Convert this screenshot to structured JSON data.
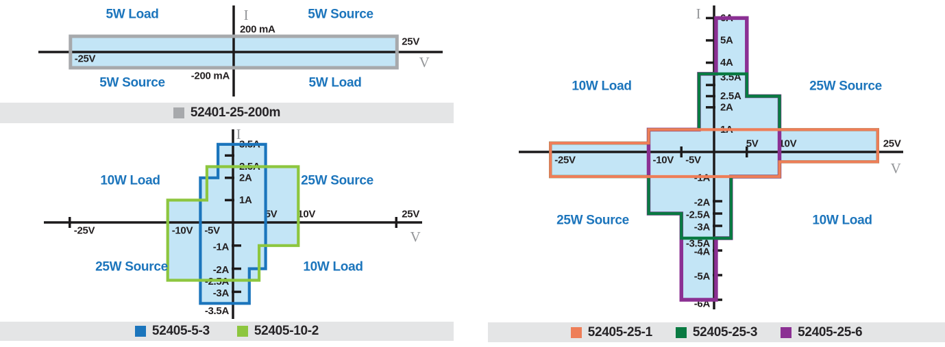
{
  "colors": {
    "region_fill": "#c3e5f6",
    "axis": "#1c1a1b",
    "tick_text": "#231f20",
    "quadrant_label_text": "#1c75bc",
    "axis_letter_gray": "#949699",
    "legend_bar_bg": "#e4e5e6",
    "legend_text": "#262427"
  },
  "chart_data": [
    {
      "id": "52401",
      "type": "region",
      "x_axis": {
        "label": "V",
        "ticks": [
          {
            "v": -25,
            "label": "-25V"
          },
          {
            "v": 25,
            "label": "25V"
          }
        ]
      },
      "y_axis": {
        "label": "I",
        "ticks": [
          {
            "a": 0.2,
            "label": "200 mA"
          },
          {
            "a": -0.2,
            "label": "-200 mA"
          }
        ]
      },
      "quadrants": {
        "top_left": "5W Load",
        "top_right": "5W Source",
        "bottom_left": "5W Source",
        "bottom_right": "5W Load"
      },
      "series": [
        {
          "name": "52401-25-200m",
          "color": "#a7a9ac",
          "region_v_a": [
            [
              -25,
              0.2
            ],
            [
              25,
              0.2
            ],
            [
              25,
              -0.2
            ],
            [
              -25,
              -0.2
            ]
          ]
        }
      ],
      "legend": [
        {
          "label": "52401-25-200m",
          "color": "#a7a9ac"
        }
      ]
    },
    {
      "id": "52405-low",
      "type": "region",
      "x_axis": {
        "label": "V",
        "ticks": [
          {
            "v": -25,
            "label": "-25V"
          },
          {
            "v": -10,
            "label": "-10V"
          },
          {
            "v": -5,
            "label": "-5V"
          },
          {
            "v": 5,
            "label": "5V"
          },
          {
            "v": 10,
            "label": "10V"
          },
          {
            "v": 25,
            "label": "25V"
          }
        ]
      },
      "y_axis": {
        "label": "I",
        "ticks": [
          {
            "a": 3.5,
            "label": "3.5A"
          },
          {
            "a": 3,
            "label": ""
          },
          {
            "a": 2.5,
            "label": "2.5A"
          },
          {
            "a": 2,
            "label": "2A"
          },
          {
            "a": 1,
            "label": "1A"
          },
          {
            "a": -1,
            "label": "-1A"
          },
          {
            "a": -2,
            "label": "-2A"
          },
          {
            "a": -2.5,
            "label": "-2.5A"
          },
          {
            "a": -3,
            "label": "-3A"
          },
          {
            "a": -3.5,
            "label": "-3.5A"
          }
        ]
      },
      "quadrants": {
        "top_left": "10W Load",
        "top_right": "25W Source",
        "bottom_left": "25W Source",
        "bottom_right": "10W Load"
      },
      "series": [
        {
          "name": "52405-5-3",
          "color": "#1b75bc",
          "region_v_a": [
            [
              -2.3,
              3.5
            ],
            [
              5,
              3.5
            ],
            [
              5,
              -2
            ],
            [
              2.5,
              -2
            ],
            [
              2.5,
              -3.5
            ],
            [
              -5,
              -3.5
            ],
            [
              -5,
              2
            ],
            [
              -2.3,
              2
            ]
          ]
        },
        {
          "name": "52405-10-2",
          "color": "#8dc63f",
          "region_v_a": [
            [
              -4,
              2.5
            ],
            [
              10,
              2.5
            ],
            [
              10,
              -1
            ],
            [
              4,
              -1
            ],
            [
              4,
              -2.5
            ],
            [
              -10,
              -2.5
            ],
            [
              -10,
              1
            ],
            [
              -4,
              1
            ]
          ]
        }
      ],
      "legend": [
        {
          "label": "52405-5-3",
          "color": "#1b75bc"
        },
        {
          "label": "52405-10-2",
          "color": "#8dc63f"
        }
      ]
    },
    {
      "id": "52405-25",
      "type": "region",
      "x_axis": {
        "label": "V",
        "ticks": [
          {
            "v": -25,
            "label": "-25V"
          },
          {
            "v": -10,
            "label": "-10V"
          },
          {
            "v": -5,
            "label": "-5V"
          },
          {
            "v": 5,
            "label": "5V"
          },
          {
            "v": 10,
            "label": "10V"
          },
          {
            "v": 25,
            "label": "25V"
          }
        ]
      },
      "y_axis": {
        "label": "I",
        "ticks": [
          {
            "a": 6,
            "label": "6A"
          },
          {
            "a": 5,
            "label": "5A"
          },
          {
            "a": 4,
            "label": "4A"
          },
          {
            "a": 3.5,
            "label": "3.5A"
          },
          {
            "a": 3,
            "label": ""
          },
          {
            "a": 2.5,
            "label": "2.5A"
          },
          {
            "a": 2,
            "label": "2A"
          },
          {
            "a": 1,
            "label": "1A"
          },
          {
            "a": -1,
            "label": "-1A"
          },
          {
            "a": -2,
            "label": "-2A"
          },
          {
            "a": -2.5,
            "label": "-2.5A"
          },
          {
            "a": -3,
            "label": "-3A"
          },
          {
            "a": -3.5,
            "label": "-3.5A"
          },
          {
            "a": -4,
            "label": "-4A"
          },
          {
            "a": -5,
            "label": "-5A"
          },
          {
            "a": -6,
            "label": "-6A"
          }
        ]
      },
      "quadrants": {
        "top_left": "10W Load",
        "top_right": "25W Source",
        "bottom_left": "25W Source",
        "bottom_right": "10W Load"
      },
      "series": [
        {
          "name": "52405-25-6",
          "color": "#8b3093",
          "region_v_a": [
            [
              0.3,
              6
            ],
            [
              5,
              6
            ],
            [
              5,
              2.5
            ],
            [
              10,
              2.5
            ],
            [
              10,
              -1
            ],
            [
              2.6,
              -1
            ],
            [
              2.6,
              -3.5
            ],
            [
              0.3,
              -3.5
            ],
            [
              0.3,
              -6
            ],
            [
              -5,
              -6
            ],
            [
              -5,
              -2.5
            ],
            [
              -10,
              -2.5
            ],
            [
              -10,
              1
            ],
            [
              -2.3,
              1
            ],
            [
              -2.3,
              3.5
            ],
            [
              0.3,
              3.5
            ]
          ]
        },
        {
          "name": "52405-25-3",
          "color": "#097a42",
          "region_v_a": [
            [
              -2.3,
              3.5
            ],
            [
              5,
              3.5
            ],
            [
              5,
              2.5
            ],
            [
              10,
              2.5
            ],
            [
              10,
              1
            ],
            [
              25,
              1
            ],
            [
              25,
              -0.4
            ],
            [
              10,
              -0.4
            ],
            [
              10,
              -1
            ],
            [
              2.6,
              -1
            ],
            [
              2.6,
              -3.5
            ],
            [
              -5,
              -3.5
            ],
            [
              -5,
              -2.5
            ],
            [
              -10,
              -2.5
            ],
            [
              -10,
              -1
            ],
            [
              -25,
              -1
            ],
            [
              -25,
              0.4
            ],
            [
              -10,
              0.4
            ],
            [
              -10,
              1
            ],
            [
              -2.3,
              1
            ]
          ]
        },
        {
          "name": "52405-25-1",
          "color": "#ee7e58",
          "region_v_a": [
            [
              -25,
              0.4
            ],
            [
              -10,
              0.4
            ],
            [
              -10,
              1
            ],
            [
              25,
              1
            ],
            [
              25,
              -0.4
            ],
            [
              10,
              -0.4
            ],
            [
              10,
              -1
            ],
            [
              -25,
              -1
            ]
          ]
        }
      ],
      "legend": [
        {
          "label": "52405-25-1",
          "color": "#ee7e58"
        },
        {
          "label": "52405-25-3",
          "color": "#097a42"
        },
        {
          "label": "52405-25-6",
          "color": "#8b3093"
        }
      ]
    }
  ]
}
